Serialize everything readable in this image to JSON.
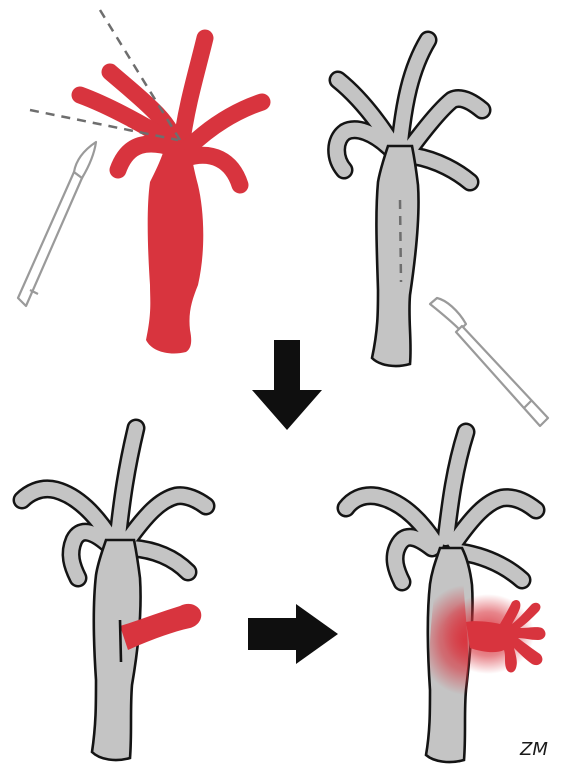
{
  "colors": {
    "red": "#d8343e",
    "grey": "#c4c4c4",
    "outline": "#141414",
    "arrow": "#0f0f0f",
    "scalpel_outline": "#9a9a9a",
    "cut_line": "#6e6e6e",
    "background": "#ffffff"
  },
  "signature": "ZM",
  "panels": [
    {
      "id": "donor",
      "description_name": "red-donor-hydra"
    },
    {
      "id": "host",
      "description_name": "grey-host-hydra"
    },
    {
      "id": "grafted",
      "description_name": "grafted-hydra"
    },
    {
      "id": "induced",
      "description_name": "hydra-with-induced-head"
    }
  ],
  "icons": [
    "scalpel-icon",
    "down-arrow-icon",
    "right-arrow-icon"
  ]
}
